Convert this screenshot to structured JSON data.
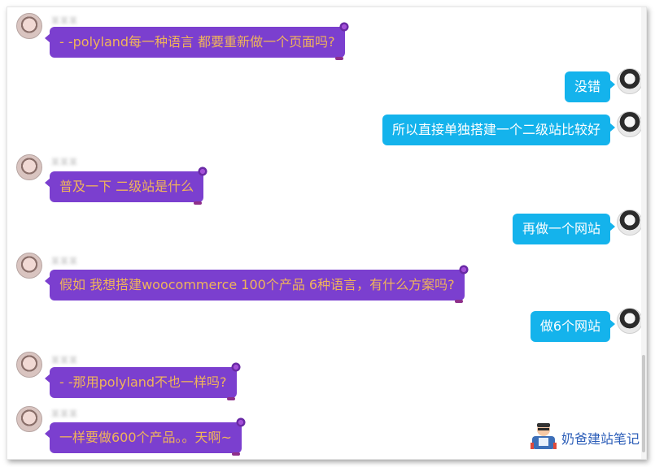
{
  "messages": [
    {
      "side": "left",
      "name": "某某某",
      "text": "- -polyland每一种语言 都要重新做一个页面吗?"
    },
    {
      "side": "right",
      "text": "没错"
    },
    {
      "side": "right",
      "text": "所以直接单独搭建一个二级站比较好"
    },
    {
      "side": "left",
      "name": "某某某",
      "text": "普及一下  二级站是什么"
    },
    {
      "side": "right",
      "text": "再做一个网站"
    },
    {
      "side": "left",
      "name": "某某某",
      "text": "假如  我想搭建woocommerce  100个产品 6种语言，有什么方案吗?"
    },
    {
      "side": "right",
      "text": "做6个网站"
    },
    {
      "side": "left",
      "name": "某某某",
      "text": "- -那用polyland不也一样吗?"
    },
    {
      "side": "left",
      "name": "某某某",
      "text": "一样要做600个产品。。天啊~"
    }
  ],
  "watermark": {
    "text": "奶爸建站笔记",
    "icon": "mascot-icon"
  },
  "colors": {
    "left_bubble": "#7b3fcf",
    "left_text": "#f0b45a",
    "right_bubble": "#14b3ec",
    "right_text": "#ffffff"
  }
}
